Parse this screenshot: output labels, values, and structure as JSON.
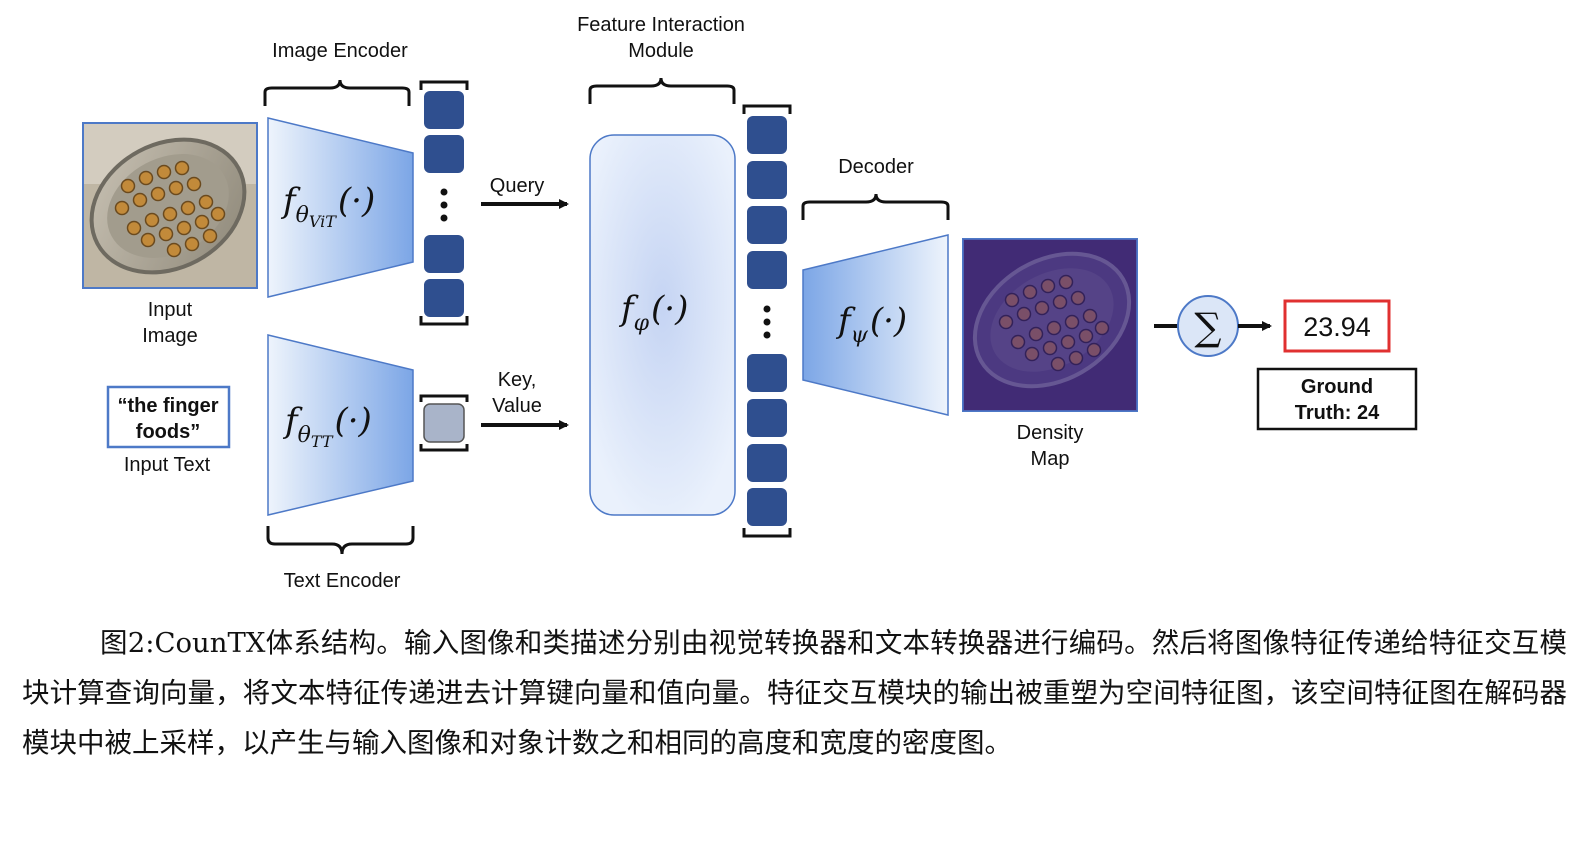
{
  "labels": {
    "image_encoder": "Image Encoder",
    "feature_interaction_line1": "Feature Interaction",
    "feature_interaction_line2": "Module",
    "decoder": "Decoder",
    "text_encoder": "Text Encoder",
    "input_image_line1": "Input",
    "input_image_line2": "Image",
    "input_text": "Input Text",
    "query": "Query",
    "key_line1": "Key,",
    "key_line2": "Value",
    "density_line1": "Density",
    "density_line2": "Map"
  },
  "text_prompt": {
    "line1": "“the finger",
    "line2": "foods”"
  },
  "prediction": "23.94",
  "ground_truth": {
    "line1": "Ground",
    "line2": "Truth: 24"
  },
  "functions": {
    "vit": {
      "base": "f",
      "sub": "θ",
      "subsub": "ViT",
      "arg": "(·)"
    },
    "tt": {
      "base": "f",
      "sub": "θ",
      "subsub": "TT",
      "arg": "(·)"
    },
    "phi": {
      "base": "f",
      "sub": "φ",
      "arg": "(·)"
    },
    "psi": {
      "base": "f",
      "sub": "ψ",
      "arg": "(·)"
    }
  },
  "sum_symbol": "∑",
  "caption": "图2:CounTX体系结构。输入图像和类描述分别由视觉转换器和文本转换器进行编码。然后将图像特征传递给特征交互模块计算查询向量，将文本特征传递进去计算键向量和值向量。特征交互模块的输出被重塑为空间特征图，该空间特征图在解码器模块中被上采样，以产生与输入图像和对象计数之和相同的高度和宽度的密度图。",
  "colors": {
    "token": "#2f4f8f",
    "text_token": "#a9b4c9",
    "encoder_light": "#eef4fc",
    "encoder_dark": "#7ca6e6",
    "density_overlay": "#4a2f8c",
    "prediction_border": "#e03030"
  }
}
